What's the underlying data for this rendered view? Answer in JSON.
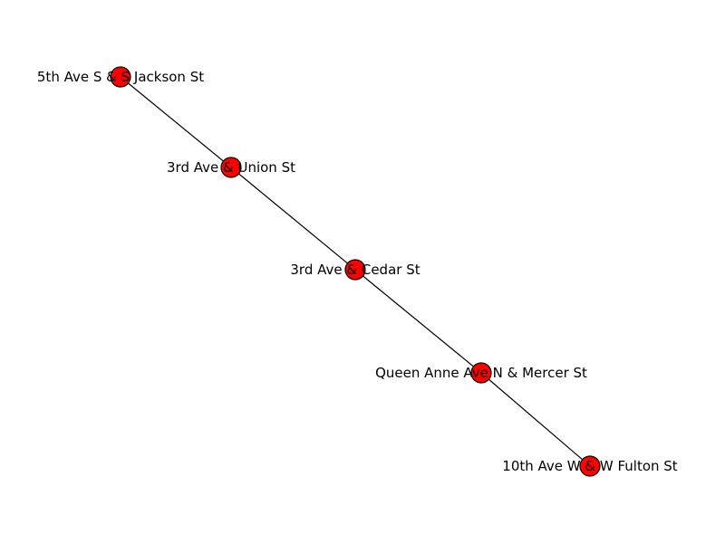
{
  "graph": {
    "nodes": [
      {
        "id": "n1",
        "label": "5th Ave S & S Jackson St"
      },
      {
        "id": "n2",
        "label": "3rd Ave & Union St"
      },
      {
        "id": "n3",
        "label": "3rd Ave & Cedar St"
      },
      {
        "id": "n4",
        "label": "Queen Anne Ave N & Mercer St"
      },
      {
        "id": "n5",
        "label": "10th Ave W & W Fulton St"
      }
    ],
    "edges": [
      {
        "from": "n1",
        "to": "n2"
      },
      {
        "from": "n2",
        "to": "n3"
      },
      {
        "from": "n3",
        "to": "n4"
      },
      {
        "from": "n4",
        "to": "n5"
      }
    ],
    "colors": {
      "node_fill": "#ff0000",
      "node_stroke": "#000000",
      "edge": "#000000",
      "label": "#000000"
    }
  }
}
